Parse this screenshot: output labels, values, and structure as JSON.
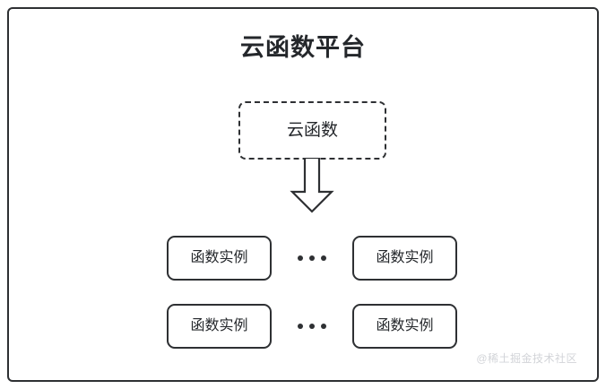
{
  "diagram": {
    "type": "block-diagram",
    "title": "云函数平台",
    "cloud_function": {
      "label": "云函数",
      "border_style": "dashed"
    },
    "arrow": {
      "name": "down-arrow",
      "direction": "down",
      "style": "hollow-block"
    },
    "instance_rows": [
      {
        "left_box": {
          "label": "函数实例"
        },
        "separator": {
          "label": "...",
          "dots": 3
        },
        "right_box": {
          "label": "函数实例"
        }
      },
      {
        "left_box": {
          "label": "函数实例"
        },
        "separator": {
          "label": "...",
          "dots": 3
        },
        "right_box": {
          "label": "函数实例"
        }
      }
    ],
    "watermark": "@稀土掘金技术社区",
    "colors": {
      "stroke": "#2e3033",
      "text": "#24272b",
      "background": "#ffffff",
      "watermark": "#d2d4d8"
    }
  }
}
